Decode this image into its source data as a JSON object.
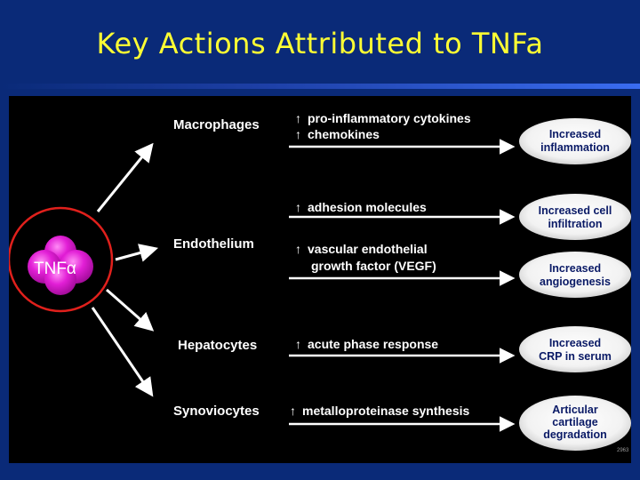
{
  "title": "Key Actions Attributed to TNFa",
  "source_label": "TNFα",
  "cell_types": [
    "Macrophages",
    "Endothelium",
    "Hepatocytes",
    "Synoviocytes"
  ],
  "effects": [
    {
      "lines": [
        "pro-inflammatory cytokines",
        "chemokines"
      ],
      "arrow_lines": [
        true,
        true
      ]
    },
    {
      "lines": [
        "adhesion molecules"
      ],
      "arrow_lines": [
        true
      ]
    },
    {
      "lines": [
        "vascular endothelial",
        "growth factor (VEGF)"
      ],
      "arrow_lines": [
        true,
        false
      ]
    },
    {
      "lines": [
        "acute phase response"
      ],
      "arrow_lines": [
        true
      ]
    },
    {
      "lines": [
        "metalloproteinase synthesis"
      ],
      "arrow_lines": [
        true
      ]
    }
  ],
  "outcomes": [
    [
      "Increased",
      "inflammation"
    ],
    [
      "Increased cell",
      "infiltration"
    ],
    [
      "Increased",
      "angiogenesis"
    ],
    [
      "Increased",
      "CRP in serum"
    ],
    [
      "Articular",
      "cartilage",
      "degradation"
    ]
  ],
  "footnote": "2963",
  "colors": {
    "background": "#0a2a78",
    "title": "#ffff33",
    "panel": "#000000",
    "highlight_circle": "#e0201c",
    "tnf_flower": "#e21fd6",
    "outcome_fill": "#ffffff",
    "outcome_text": "#0a1a66"
  }
}
